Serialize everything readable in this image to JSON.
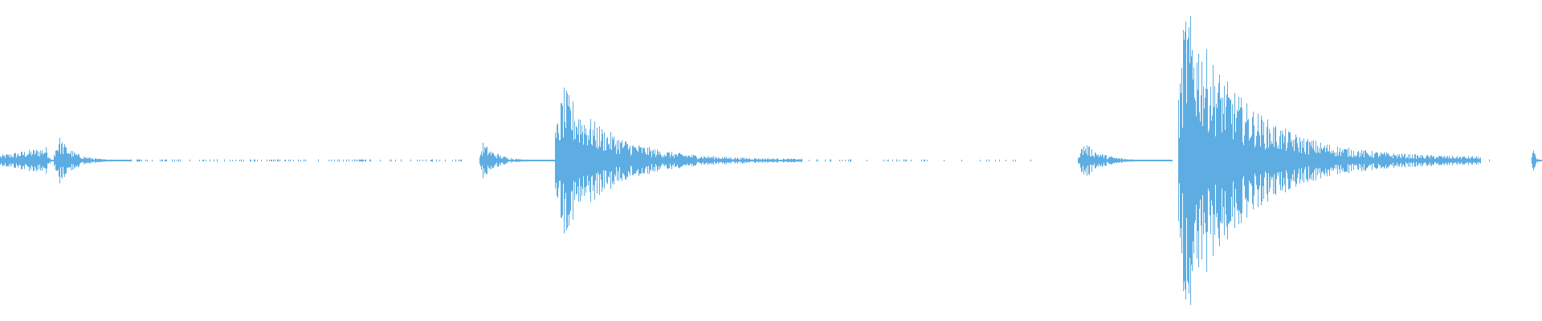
{
  "waveform": {
    "color": "#5dade2",
    "background": "#ffffff",
    "bursts": [
      {
        "name": "burst-1",
        "start": 0.0,
        "end": 0.038,
        "peak": 0.03,
        "amplitude": 0.09,
        "tail": 0.006,
        "dotted_until": 0.3
      },
      {
        "name": "burst-2",
        "start": 0.035,
        "end": 0.085,
        "peak": 0.038,
        "amplitude": 0.16,
        "tail": 0.012,
        "dotted_until": 0.3
      },
      {
        "name": "burst-3",
        "start": 0.311,
        "end": 0.36,
        "peak": 0.313,
        "amplitude": 0.12,
        "tail": 0.008,
        "dotted_until": 0.36
      },
      {
        "name": "burst-4",
        "start": 0.36,
        "end": 0.52,
        "peak": 0.365,
        "amplitude": 0.47,
        "tail": 0.018,
        "dotted_until": 0.67
      },
      {
        "name": "burst-5",
        "start": 0.699,
        "end": 0.76,
        "peak": 0.703,
        "amplitude": 0.12,
        "tail": 0.01,
        "dotted_until": 0.76
      },
      {
        "name": "burst-6",
        "start": 0.764,
        "end": 0.96,
        "peak": 0.768,
        "amplitude": 1.0,
        "tail": 0.02,
        "dotted_until": 0.975
      },
      {
        "name": "burst-7",
        "start": 0.993,
        "end": 1.0,
        "peak": 0.995,
        "amplitude": 0.09,
        "tail": 0.006,
        "dotted_until": 1.0
      }
    ],
    "baseline_level": 0.5
  }
}
